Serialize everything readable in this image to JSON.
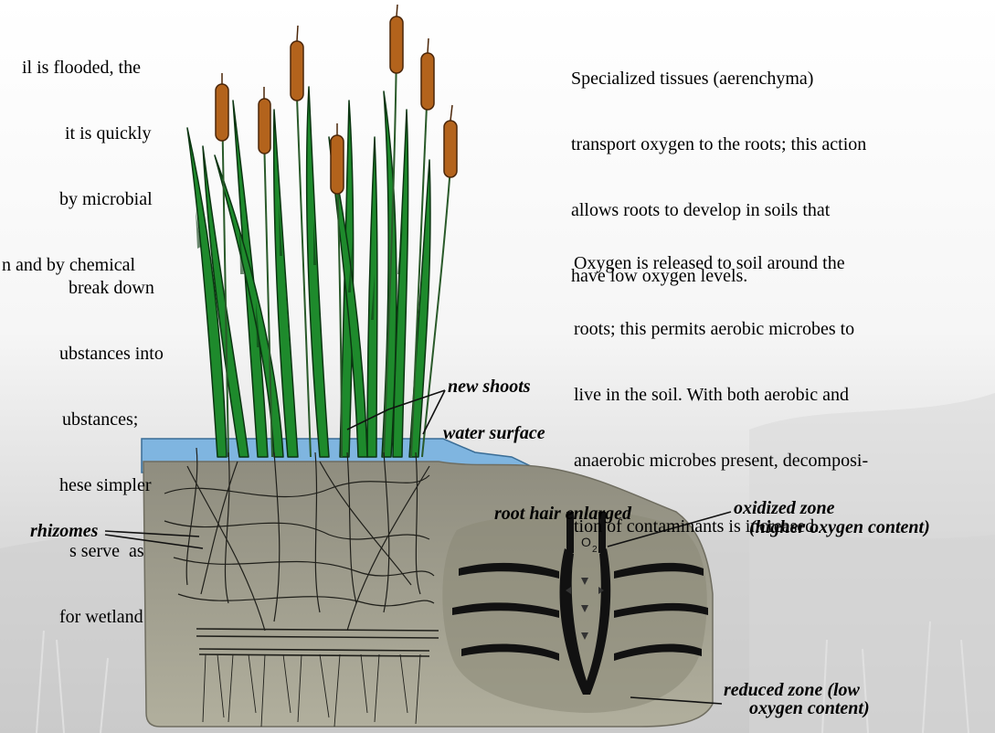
{
  "left_text_top": [
    "il is flooded, the",
    "it is quickly",
    "by microbial",
    "n and by chemical"
  ],
  "left_text_bottom": [
    "break down",
    "ubstances into",
    "ubstances;",
    "hese simpler",
    "s serve  as",
    "for wetland"
  ],
  "right_text_top": [
    "Specialized tissues (aerenchyma)",
    "transport oxygen to the roots; this action",
    "allows roots to develop in soils that",
    "have low oxygen levels."
  ],
  "right_text_bottom": [
    "Oxygen is released to soil around the",
    "roots; this permits aerobic microbes to",
    "live in the soil. With both aerobic and",
    "anaerobic microbes present, decomposi-",
    "tion of contaminants is increased."
  ],
  "labels": {
    "new_shoots": "new shoots",
    "water_surface": "water surface",
    "root_hair": "root hair enlarged",
    "oxidized_zone": "oxidized zone",
    "oxidized_zone_detail": "(higher oxygen content)",
    "rhizomes": "rhizomes",
    "reduced_zone": "reduced zone (low",
    "reduced_zone_detail": "oxygen content)",
    "o2_symbol": "O",
    "o2_sub": "2"
  },
  "colors": {
    "leaf_green": "#1e8a2c",
    "leaf_dark": "#0d3d14",
    "cattail_brown": "#b3631c",
    "water_blue": "#7fb5e0",
    "soil_gray": "#a3a190",
    "root_hair_black": "#111111"
  }
}
